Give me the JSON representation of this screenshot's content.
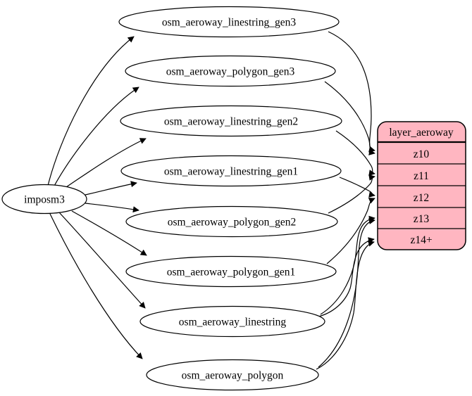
{
  "diagram": {
    "source": {
      "label": "imposm3"
    },
    "tables": [
      {
        "label": "osm_aeroway_linestring_gen3",
        "feeds": [
          "z10"
        ]
      },
      {
        "label": "osm_aeroway_polygon_gen3",
        "feeds": [
          "z10"
        ]
      },
      {
        "label": "osm_aeroway_linestring_gen2",
        "feeds": [
          "z11"
        ]
      },
      {
        "label": "osm_aeroway_linestring_gen1",
        "feeds": [
          "z12"
        ]
      },
      {
        "label": "osm_aeroway_polygon_gen2",
        "feeds": [
          "z11"
        ]
      },
      {
        "label": "osm_aeroway_polygon_gen1",
        "feeds": [
          "z12"
        ]
      },
      {
        "label": "osm_aeroway_linestring",
        "feeds": [
          "z13",
          "z14+"
        ]
      },
      {
        "label": "osm_aeroway_polygon",
        "feeds": [
          "z13",
          "z14+"
        ]
      }
    ],
    "layer": {
      "title": "layer_aeroway",
      "rows": [
        "z10",
        "z11",
        "z12",
        "z13",
        "z14+"
      ]
    },
    "colors": {
      "layer_fill": "#ffb6c1",
      "table_fill": "#ffffff",
      "stroke": "#000000"
    }
  }
}
